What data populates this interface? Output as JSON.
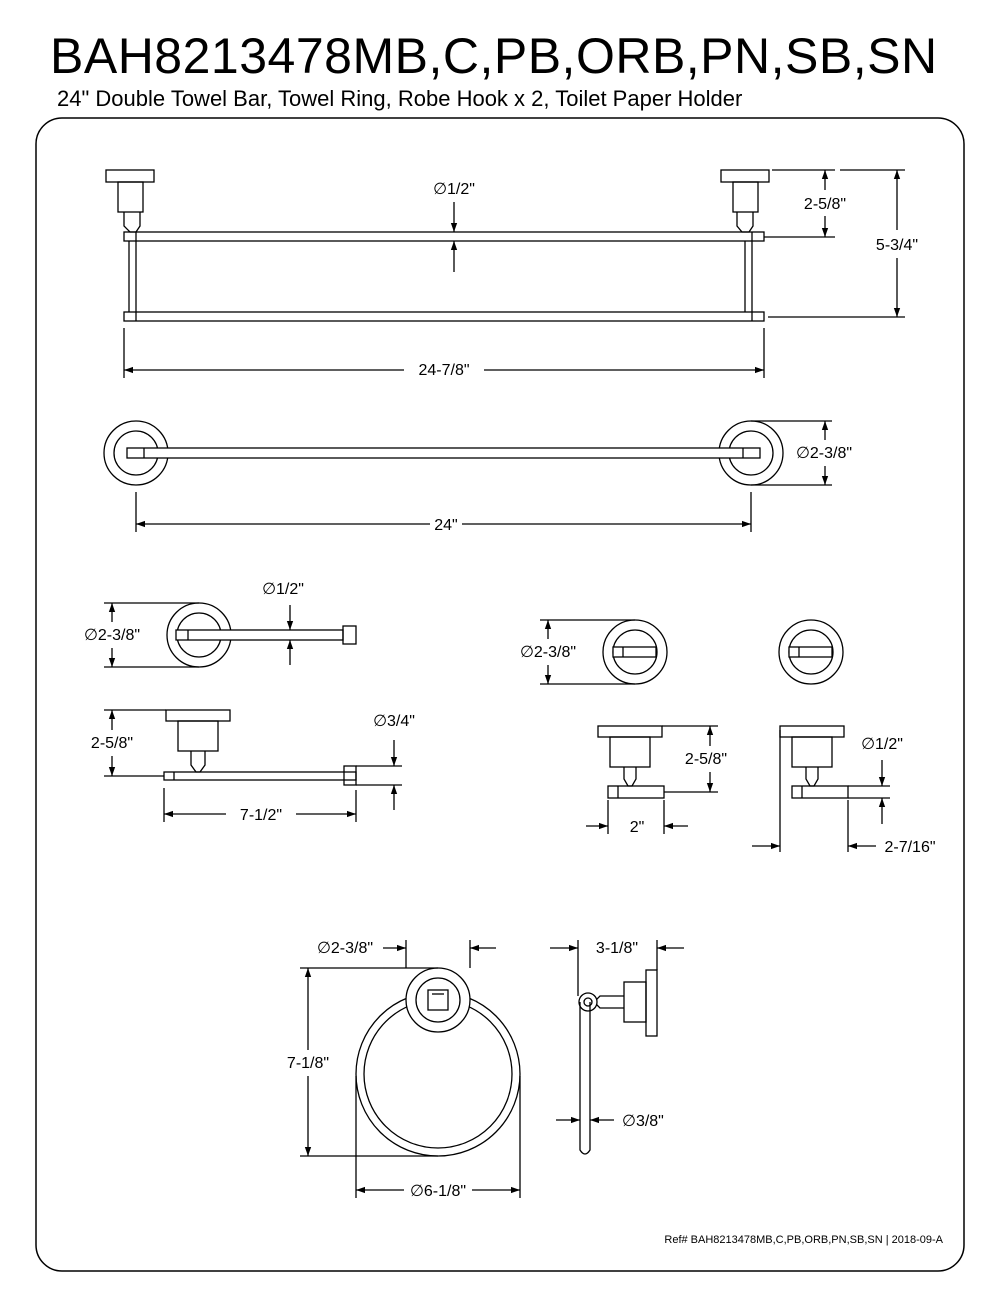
{
  "header": {
    "title": "BAH8213478MB,C,PB,ORB,PN,SB,SN",
    "subtitle": "24\" Double Towel Bar, Towel Ring, Robe Hook x 2, Toilet Paper Holder"
  },
  "double_towel_bar": {
    "rod_diameter": "∅1/2\"",
    "projection": "2-5/8\"",
    "height": "5-3/4\"",
    "overall_length": "24-7/8\"",
    "flange_diameter": "∅2-3/8\"",
    "center_to_center": "24\""
  },
  "toilet_paper_holder": {
    "rod_diameter": "∅1/2\"",
    "flange_diameter": "∅2-3/8\"",
    "projection": "2-5/8\"",
    "end_cap_diameter": "∅3/4\"",
    "length": "7-1/2\""
  },
  "robe_hook": {
    "flange_diameter": "∅2-3/8\"",
    "projection": "2-5/8\"",
    "hook_width": "2\"",
    "hook_thickness": "∅1/2\"",
    "depth": "2-7/16\""
  },
  "towel_ring": {
    "flange_diameter": "∅2-3/8\"",
    "height": "7-1/8\"",
    "ring_diameter": "∅6-1/8\"",
    "projection": "3-1/8\"",
    "ring_rod_diameter": "∅3/8\""
  },
  "footer": {
    "reference": "Ref# BAH8213478MB,C,PB,ORB,PN,SB,SN | 2018-09-A"
  }
}
